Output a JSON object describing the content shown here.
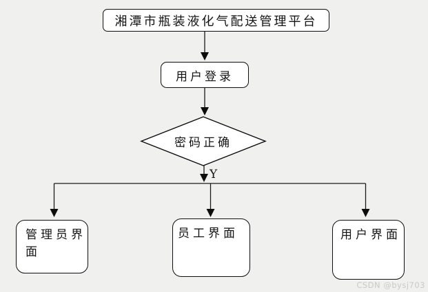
{
  "diagram": {
    "nodes": {
      "platform": {
        "label": "湘潭市瓶装液化气配送管理平台"
      },
      "login": {
        "label": "用户登录"
      },
      "decision": {
        "label": "密码正确"
      },
      "admin": {
        "label": "管理员界面"
      },
      "staff": {
        "label": "员工界面"
      },
      "user": {
        "label": "用户界面"
      }
    },
    "edges": {
      "yes_label": "Y"
    }
  },
  "watermark": {
    "text": "CSDN @bysj703"
  },
  "colors": {
    "background": "#f0f0ee",
    "node_fill": "#ffffff",
    "stroke": "#0d0d0d",
    "text": "#141414",
    "watermark": "#c9c9c5"
  }
}
